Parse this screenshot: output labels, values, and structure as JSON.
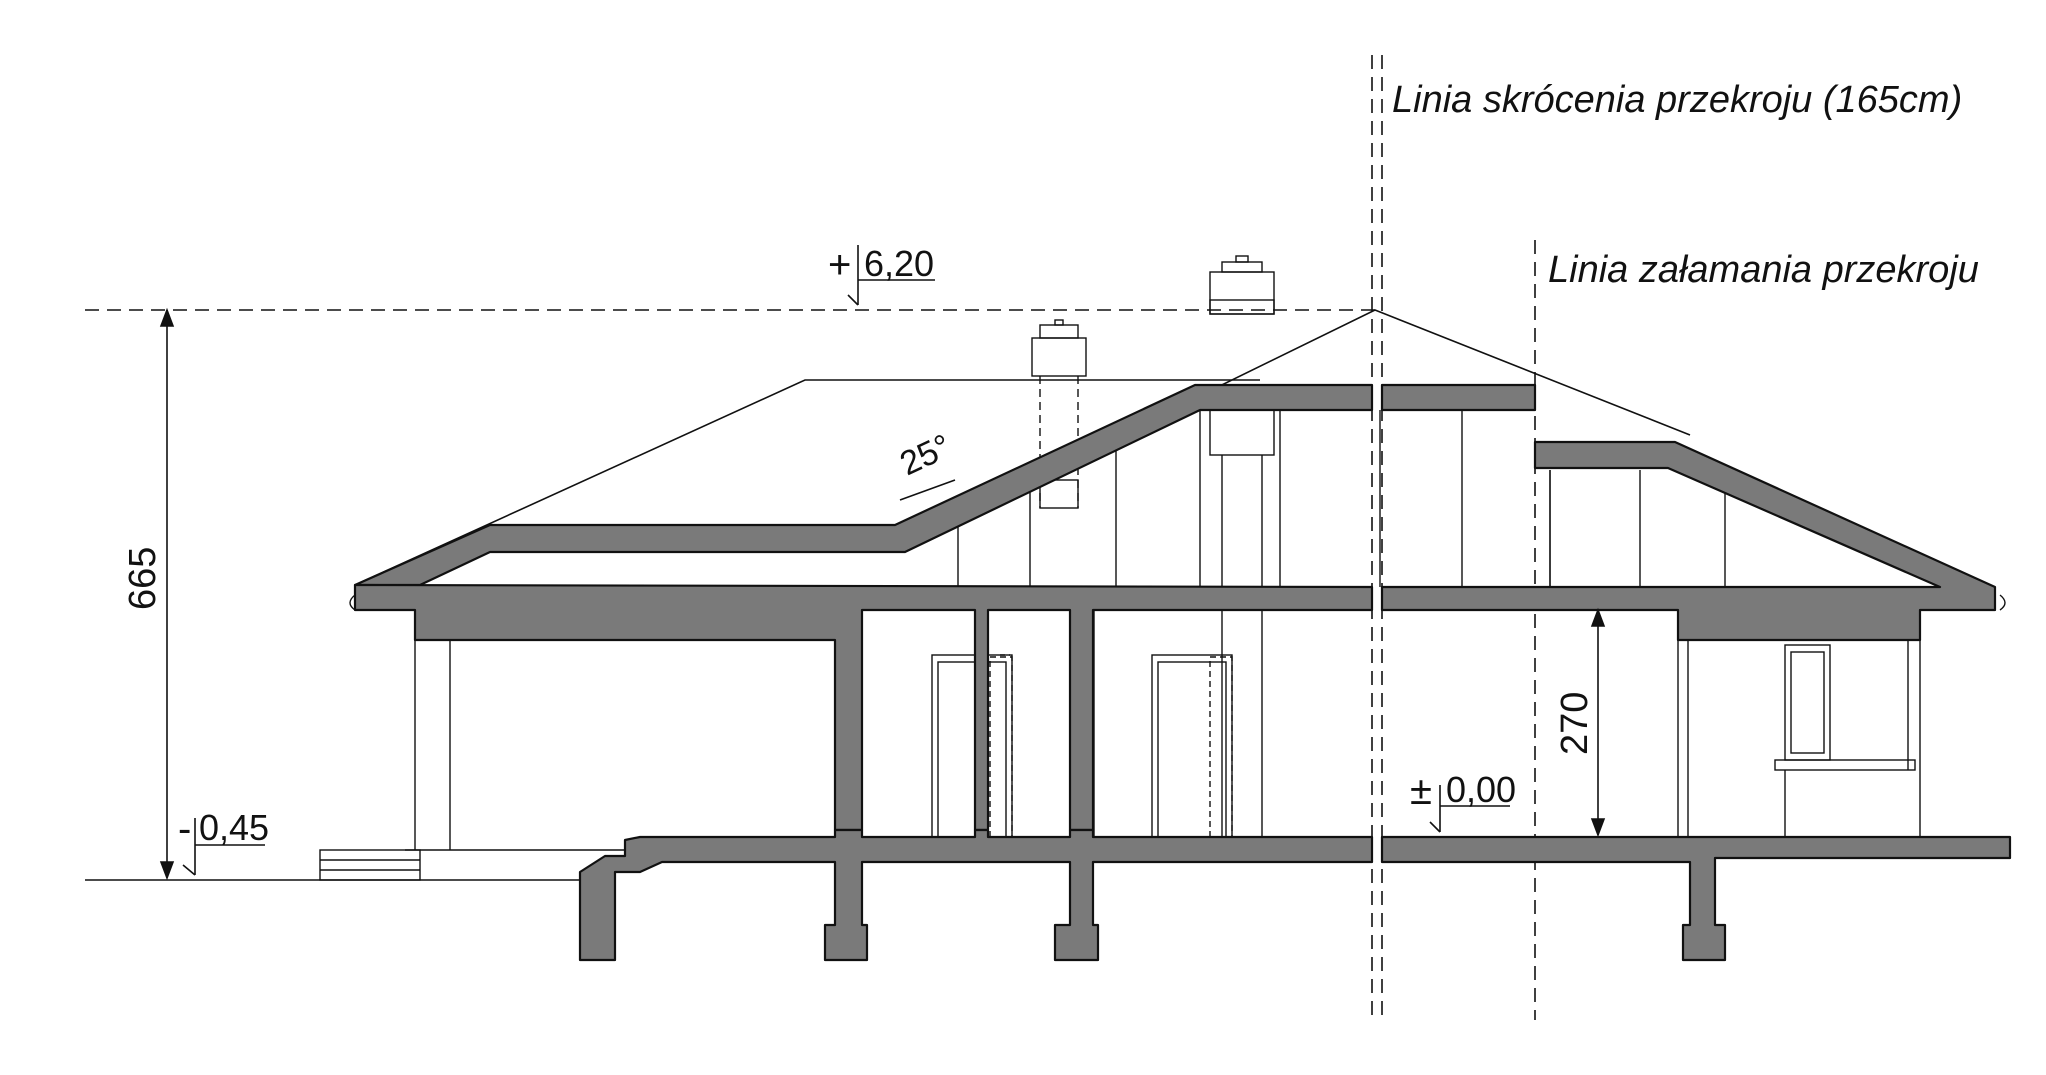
{
  "annotations": {
    "cut_shortening": "Linia skrócenia przekroju (165cm)",
    "cut_break": "Linia załamania przekroju",
    "roof_pitch": "25°"
  },
  "levels": {
    "ridge_sign": "+",
    "ridge_value": "6,20",
    "floor_sign": "±",
    "floor_value": "0,00",
    "ground_sign": "-",
    "ground_value": "0,45"
  },
  "dimensions": {
    "total_height": "665",
    "room_height": "270"
  },
  "colors": {
    "section_fill": "#7a7a7a",
    "line": "#111111",
    "background": "#ffffff"
  }
}
